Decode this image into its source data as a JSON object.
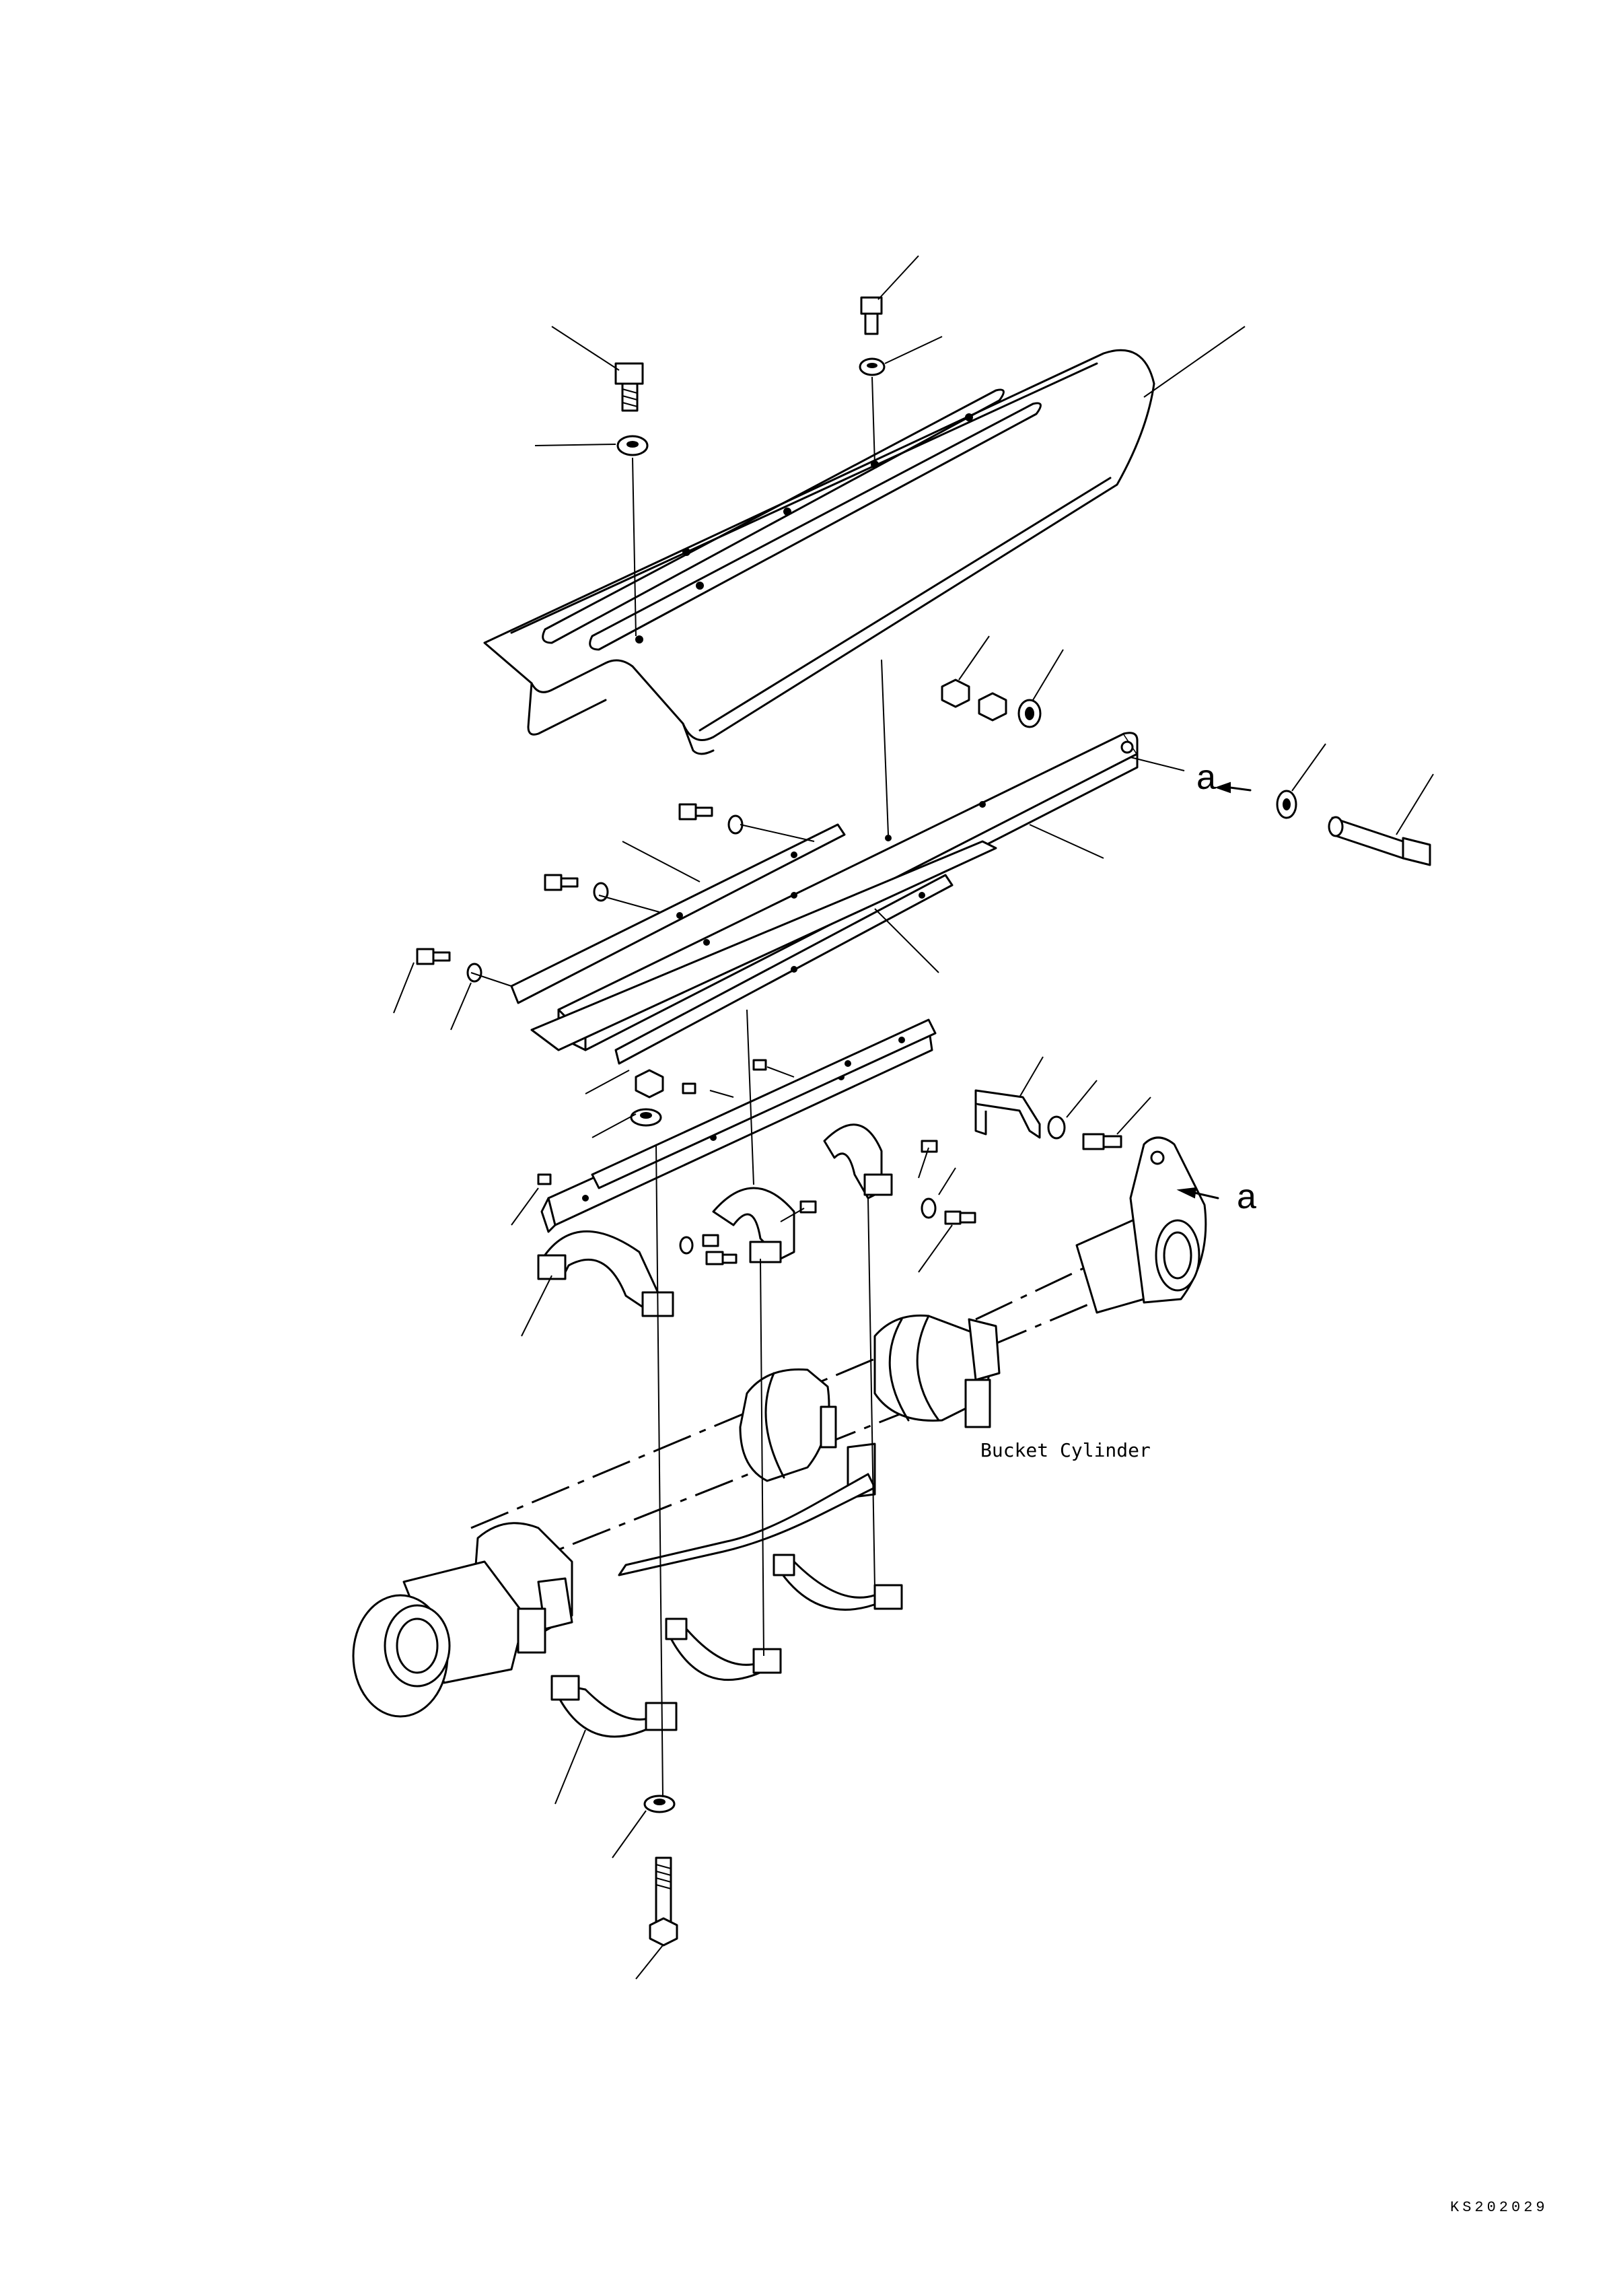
{
  "diagram": {
    "view_marker": "a",
    "component_label": "Bucket Cylinder",
    "drawing_code": "KS202029"
  }
}
